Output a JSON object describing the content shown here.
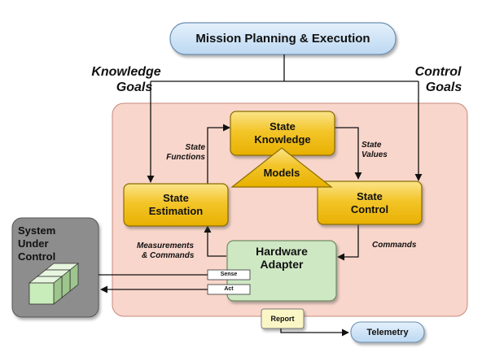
{
  "diagram": {
    "mission_box": "Mission Planning & Execution",
    "knowledge_goals": [
      "Knowledge",
      "Goals"
    ],
    "control_goals": [
      "Control",
      "Goals"
    ],
    "state_knowledge": [
      "State",
      "Knowledge"
    ],
    "state_estimation": [
      "State",
      "Estimation"
    ],
    "state_control": [
      "State",
      "Control"
    ],
    "models": "Models",
    "hardware_adapter": [
      "Hardware",
      "Adapter"
    ],
    "system_under_control": [
      "System",
      "Under",
      "Control"
    ],
    "state_functions": [
      "State",
      "Functions"
    ],
    "state_values": [
      "State",
      "Values"
    ],
    "measurements_commands": [
      "Measurements",
      "& Commands"
    ],
    "commands": "Commands",
    "sense": "Sense",
    "act": "Act",
    "report": "Report",
    "telemetry": "Telemetry"
  },
  "colors": {
    "mission_fill": "#cfe4f7",
    "mission_stroke": "#6c8fb0",
    "salmon_fill": "#f9d6cb",
    "salmon_stroke": "#c68a7a",
    "gold_fill": "#f2c21a",
    "gold_light": "#f9dc5c",
    "gold_stroke": "#8a6d00",
    "green_fill": "#cfe8c4",
    "green_stroke": "#6f8d66",
    "gray_fill": "#8d8d8d",
    "report_fill": "#fbf6c6",
    "telemetry_fill": "#cfe4f7"
  }
}
